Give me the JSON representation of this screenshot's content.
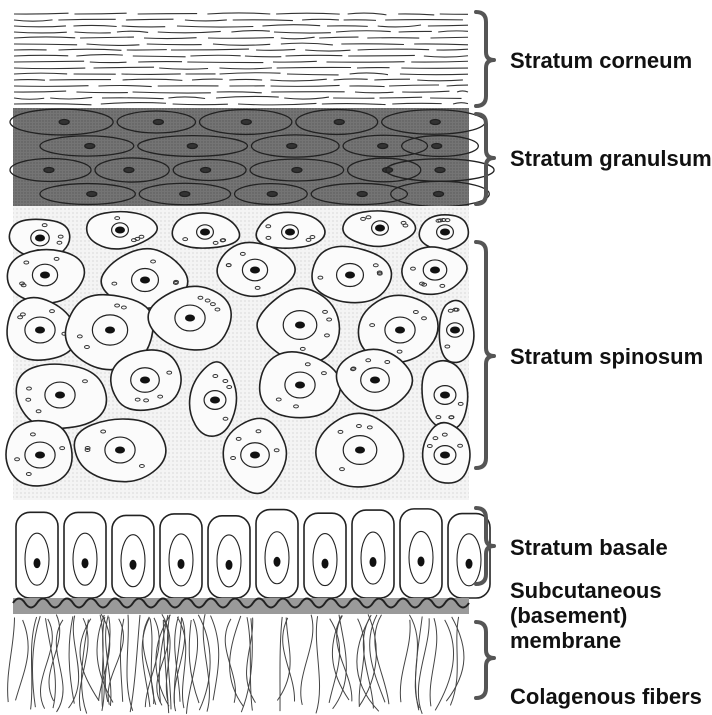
{
  "labels": {
    "corneum": "Stratum corneum",
    "granulosum": "Stratum granulsum",
    "spinosum": "Stratum spinosum",
    "basale": "Stratum basale",
    "membrane_line1": "Subcutaneous",
    "membrane_line2": "(basement)",
    "membrane_line3": "membrane",
    "fibers": "Colagenous fibers"
  },
  "colors": {
    "ink": "#222222",
    "granulosum_shade": "#7a7a7a",
    "spinosum_shade": "#efefef",
    "membrane_shade": "#9a9a9a",
    "bracket": "#555555"
  }
}
